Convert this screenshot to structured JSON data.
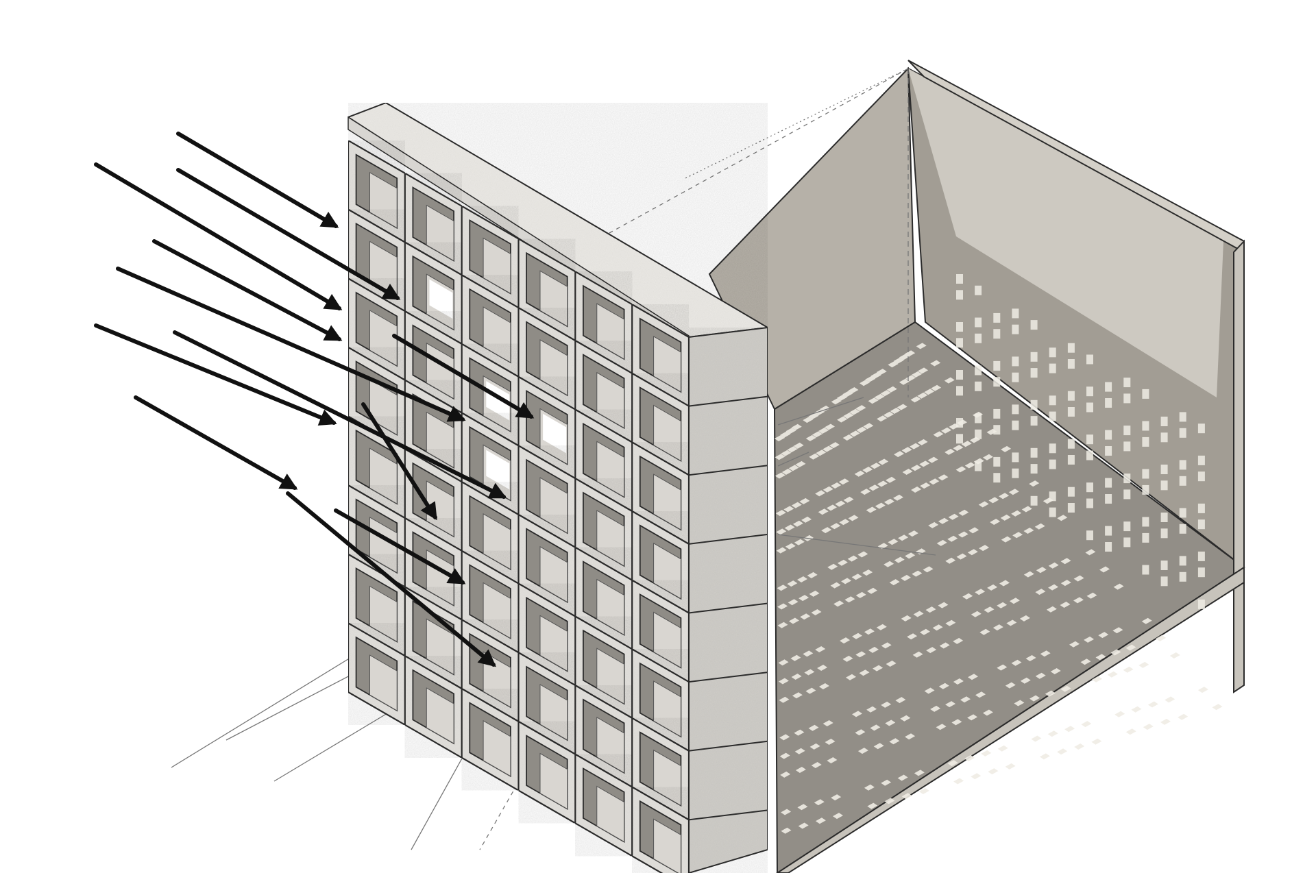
{
  "diagram": {
    "subject": "breeze-block-screen-daylight-axonometric",
    "text_labels": [],
    "colors": {
      "background": "#ffffff",
      "concrete_face": "#e3e1dd",
      "concrete_side": "#cfcdc8",
      "concrete_top": "#ebe9e5",
      "cell_shadow": "#8f8c86",
      "cell_inner": "#d9d6d1",
      "wall_lit": "#cdc9c1",
      "wall_shade": "#a29d94",
      "floor_shade": "#928e87",
      "light_patch": "#efece4",
      "outline": "#2b2b2b",
      "arrow": "#111111",
      "construction_line": "#777777"
    },
    "block_grid": {
      "columns": 6,
      "rows": 8
    },
    "sun_ray_arrow_count": 12,
    "icons": [
      "sun-ray-arrow",
      "breeze-block",
      "room-enclosure",
      "projected-light-pattern"
    ]
  }
}
